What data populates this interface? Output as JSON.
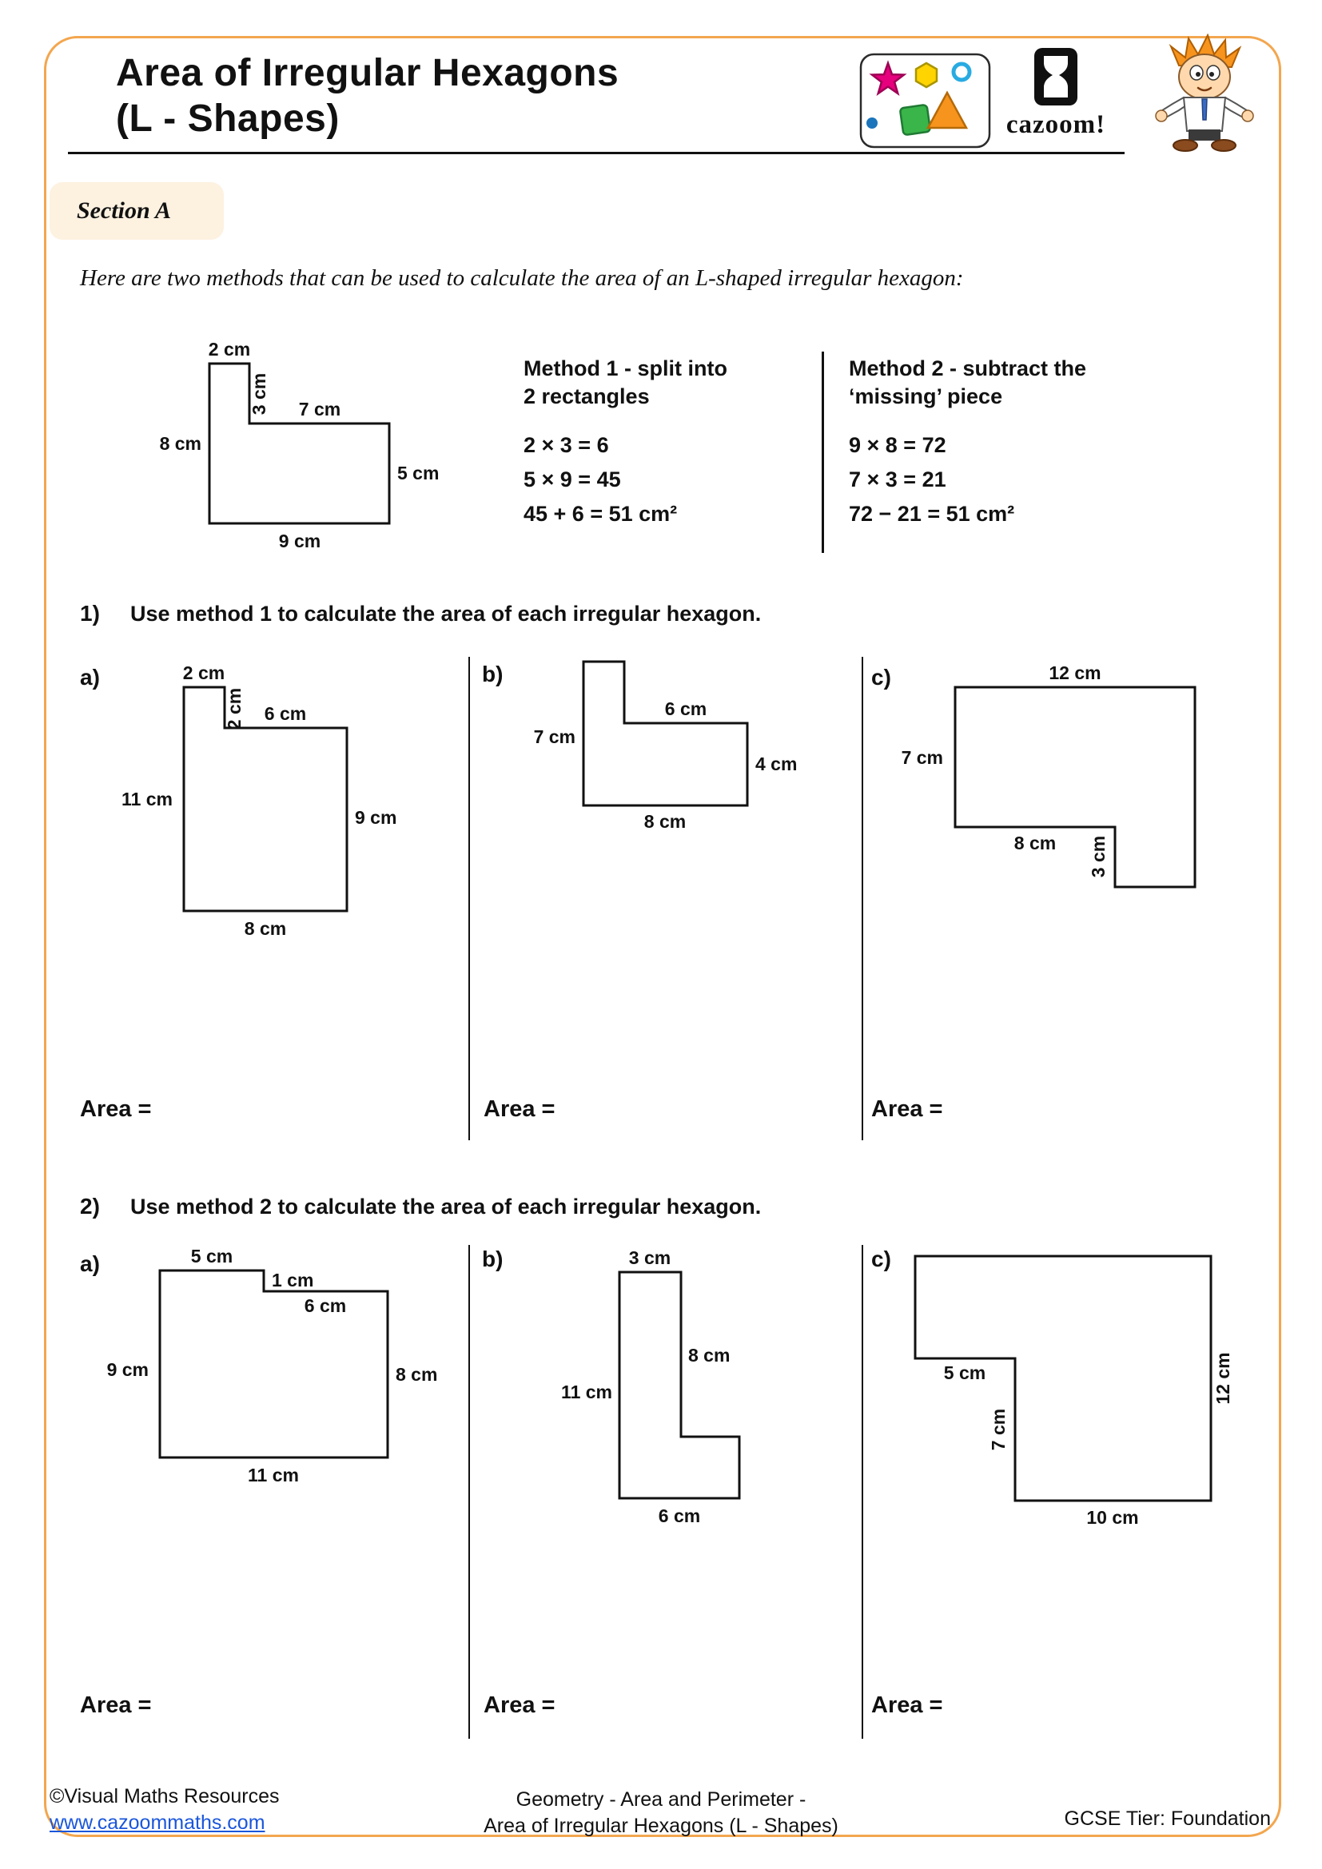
{
  "header": {
    "title_line1": "Area of Irregular Hexagons",
    "title_line2": "(L - Shapes)",
    "logo_text": "cazoom!"
  },
  "section_a": "Section A",
  "intro": "Here are two methods that can be used to calculate the area of an L-shaped irregular hexagon:",
  "example": {
    "dims": {
      "top": "2 cm",
      "notch": "3 cm",
      "inner": "7 cm",
      "left": "8 cm",
      "right": "5 cm",
      "bottom": "9 cm"
    },
    "method1_title1": "Method 1 - split into",
    "method1_title2": "2 rectangles",
    "method1_lines": [
      "2 × 3 = 6",
      "5 × 9 = 45",
      "45 + 6 = 51 cm²"
    ],
    "method2_title1": "Method 2 - subtract the",
    "method2_title2": "‘missing’ piece",
    "method2_lines": [
      "9 × 8 = 72",
      "7 × 3 = 21",
      "72 − 21 = 51 cm²"
    ]
  },
  "q1": {
    "num": "1)",
    "text": "Use method 1 to calculate the area of each irregular hexagon.",
    "area_label": "Area =",
    "a_label": "a)",
    "b_label": "b)",
    "c_label": "c)",
    "a": {
      "top": "2 cm",
      "notch": "2 cm",
      "inner": "6 cm",
      "left": "11 cm",
      "right": "9 cm",
      "bottom": "8 cm"
    },
    "b": {
      "inner": "6 cm",
      "left": "7 cm",
      "right": "4 cm",
      "bottom": "8 cm"
    },
    "c": {
      "top": "12 cm",
      "left": "7 cm",
      "inner": "8 cm",
      "notch": "3 cm"
    }
  },
  "q2": {
    "num": "2)",
    "text": "Use method 2 to calculate the area of each irregular hexagon.",
    "area_label": "Area =",
    "a_label": "a)",
    "b_label": "b)",
    "c_label": "c)",
    "a": {
      "top": "5 cm",
      "step": "1 cm",
      "inner": "6 cm",
      "left": "9 cm",
      "right": "8 cm",
      "bottom": "11 cm"
    },
    "b": {
      "top": "3 cm",
      "right": "8 cm",
      "left": "11 cm",
      "bottom": "6 cm"
    },
    "c": {
      "inner_h": "5 cm",
      "inner_v": "7 cm",
      "right": "12 cm",
      "bottom": "10 cm"
    }
  },
  "footer": {
    "copyright": "©Visual Maths Resources",
    "website": "www.cazoommaths.com",
    "center1": "Geometry - Area and Perimeter -",
    "center2": "Area of Irregular Hexagons (L - Shapes)",
    "tier": "GCSE Tier: Foundation"
  }
}
